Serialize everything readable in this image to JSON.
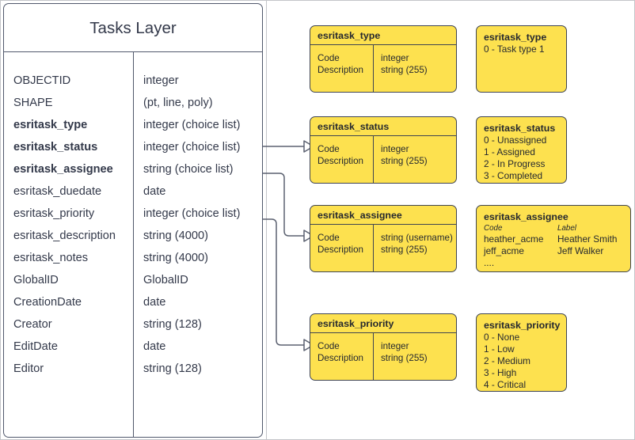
{
  "layer": {
    "title": "Tasks Layer",
    "fields": [
      {
        "name": "OBJECTID",
        "type": "integer",
        "bold": false
      },
      {
        "name": "SHAPE",
        "type": "(pt, line, poly)",
        "bold": false
      },
      {
        "name": "esritask_type",
        "type": "integer (choice list)",
        "bold": true
      },
      {
        "name": "esritask_status",
        "type": "integer (choice list)",
        "bold": true
      },
      {
        "name": "esritask_assignee",
        "type": "string (choice list)",
        "bold": true
      },
      {
        "name": "esritask_duedate",
        "type": "date",
        "bold": false
      },
      {
        "name": "esritask_priority",
        "type": "integer (choice list)",
        "bold": false
      },
      {
        "name": "esritask_description",
        "type": "string (4000)",
        "bold": false
      },
      {
        "name": "esritask_notes",
        "type": "string (4000)",
        "bold": false
      },
      {
        "name": "GlobalID",
        "type": "GlobalID",
        "bold": false
      },
      {
        "name": "CreationDate",
        "type": "date",
        "bold": false
      },
      {
        "name": "Creator",
        "type": "string (128)",
        "bold": false
      },
      {
        "name": "EditDate",
        "type": "date",
        "bold": false
      },
      {
        "name": "Editor",
        "type": "string (128)",
        "bold": false
      }
    ]
  },
  "domains": [
    {
      "title": "esritask_type",
      "left_lines": [
        "Code",
        "Description"
      ],
      "right_lines": [
        "integer",
        "string (255)"
      ]
    },
    {
      "title": "esritask_status",
      "left_lines": [
        "Code",
        "Description"
      ],
      "right_lines": [
        "integer",
        "string (255)"
      ]
    },
    {
      "title": "esritask_assignee",
      "left_lines": [
        "Code",
        "Description"
      ],
      "right_lines": [
        "string  (username)",
        "string (255)"
      ]
    },
    {
      "title": "esritask_priority",
      "left_lines": [
        "Code",
        "Description"
      ],
      "right_lines": [
        "integer",
        "string (255)"
      ]
    }
  ],
  "values": {
    "type": {
      "title": "esritask_type",
      "lines": [
        "0 - Task type 1"
      ]
    },
    "status": {
      "title": "esritask_status",
      "lines": [
        "0 - Unassigned",
        "1 - Assigned",
        "2 - In Progress",
        "3 - Completed"
      ]
    },
    "assignee": {
      "title": "esritask_assignee",
      "header": {
        "code": "Code",
        "label": "Label"
      },
      "rows": [
        {
          "code": "heather_acme",
          "label": "Heather Smith"
        },
        {
          "code": "jeff_acme",
          "label": "Jeff Walker"
        }
      ],
      "ellipsis": "...."
    },
    "priority": {
      "title": "esritask_priority",
      "lines": [
        "0 - None",
        "1 - Low",
        "2 - Medium",
        "3 - High",
        "4 - Critical"
      ]
    }
  },
  "theme": {
    "domain_fill": "#fde14f",
    "domain_stroke": "#3f4451",
    "table_stroke": "#50586b",
    "text": "#33394a",
    "connector": "#5b6170"
  }
}
